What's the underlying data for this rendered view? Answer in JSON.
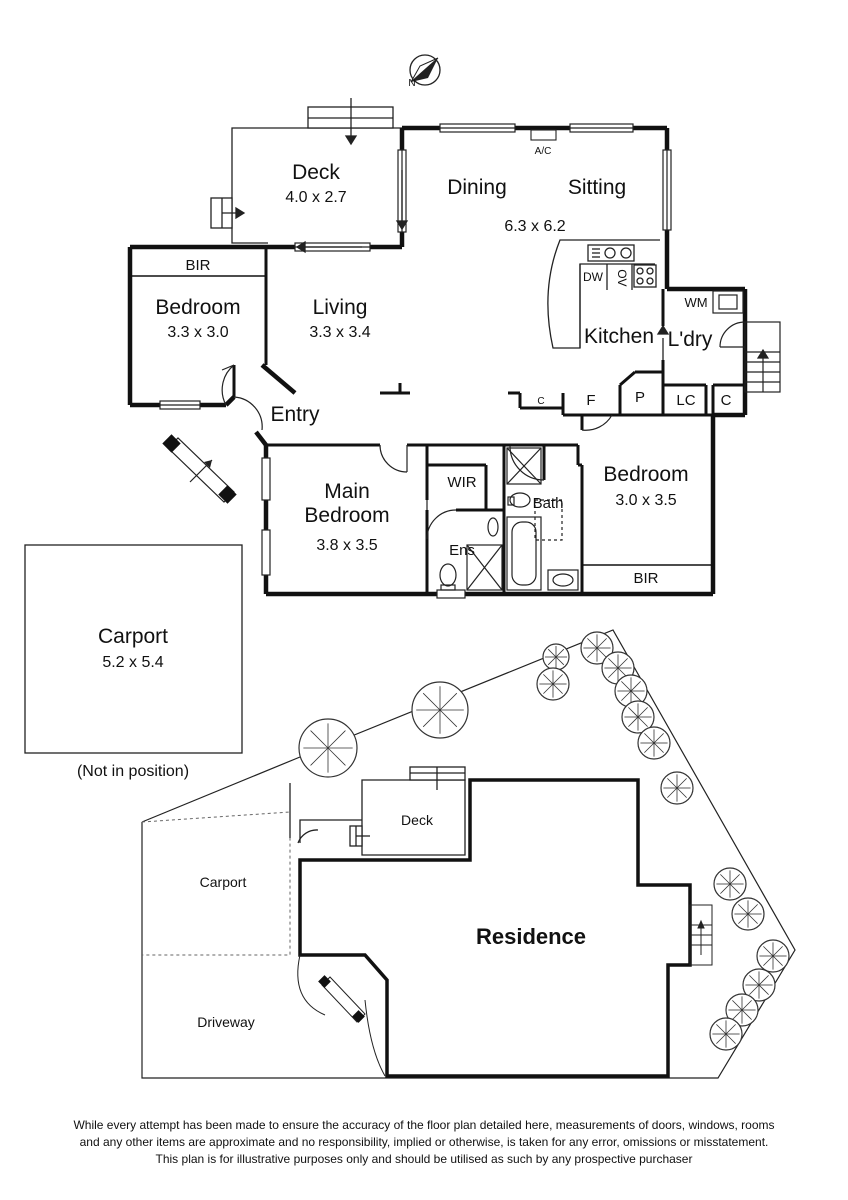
{
  "compass": {
    "label": "N"
  },
  "rooms": {
    "deck": {
      "name": "Deck",
      "dims": "4.0 x 2.7"
    },
    "dining": {
      "name": "Dining"
    },
    "sitting": {
      "name": "Sitting"
    },
    "dining_sitting_dims": "6.3 x 6.2",
    "ac": "A/C",
    "bedroom_west": {
      "name": "Bedroom",
      "dims": "3.3 x 3.0"
    },
    "bir_west": "BIR",
    "living": {
      "name": "Living",
      "dims": "3.3 x 3.4"
    },
    "entry": "Entry",
    "kitchen": "Kitchen",
    "laundry": "L'dry",
    "dw": "DW",
    "ov": "OV",
    "wm": "WM",
    "cupboard_c1": "C",
    "fridge": "F",
    "pantry": "P",
    "linen": "LC",
    "cupboard_c2": "C",
    "main_bedroom": {
      "name": "Main\nBedroom",
      "dims": "3.8 x 3.5"
    },
    "wir": "WIR",
    "ens": "Ens",
    "bath": "Bath",
    "bedroom_east": {
      "name": "Bedroom",
      "dims": "3.0 x 3.5"
    },
    "bir_east": "BIR",
    "carport": {
      "name": "Carport",
      "dims": "5.2 x 5.4",
      "note": "(Not in position)"
    }
  },
  "site": {
    "deck": "Deck",
    "carport": "Carport",
    "residence": "Residence",
    "driveway": "Driveway"
  },
  "disclaimer": [
    "While every attempt has been made to ensure the accuracy of the floor plan detailed here, measurements of doors, windows, rooms",
    "and any other items are approximate and no responsibility, implied or otherwise, is taken for any error, omissions or misstatement.",
    "This plan is for illustrative purposes only and should be utilised as such by any prospective purchaser"
  ]
}
